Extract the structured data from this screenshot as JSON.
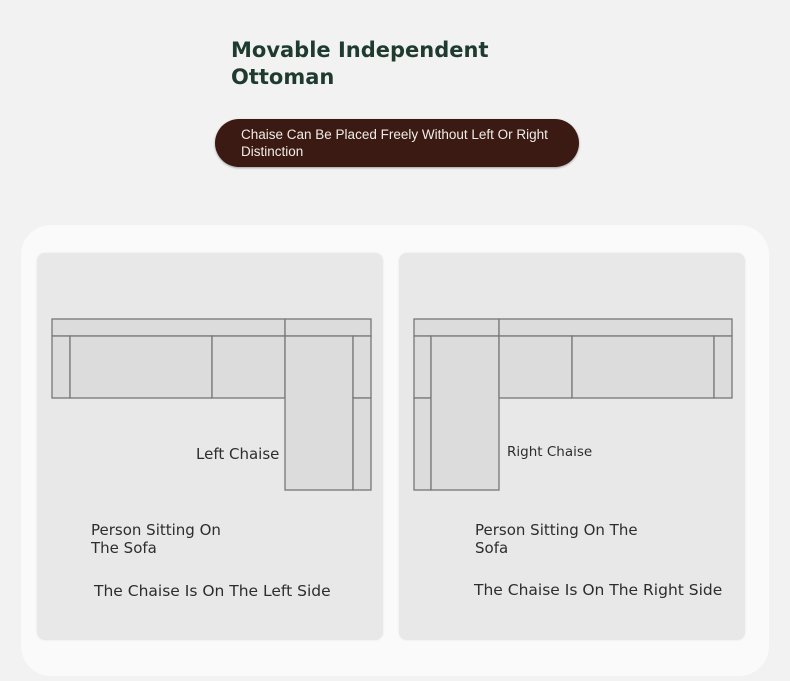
{
  "header": {
    "title": "Movable Independent Ottoman",
    "subtitle": "Chaise Can Be Placed Freely Without Left Or Right Distinction"
  },
  "left_panel": {
    "chaise_label": "Left Chaise",
    "person_label": "Person Sitting On The Sofa",
    "side_label": "The Chaise Is On The Left Side"
  },
  "right_panel": {
    "chaise_label": "Right Chaise",
    "person_label": "Person Sitting On The Sofa",
    "side_label": "The Chaise Is On The Right Side"
  },
  "colors": {
    "title": "#1f3b2f",
    "pill_background": "#3a1a12",
    "panel_background": "#e8e8e8",
    "sofa_fill": "#dcdcdc",
    "sofa_stroke": "#777777"
  }
}
